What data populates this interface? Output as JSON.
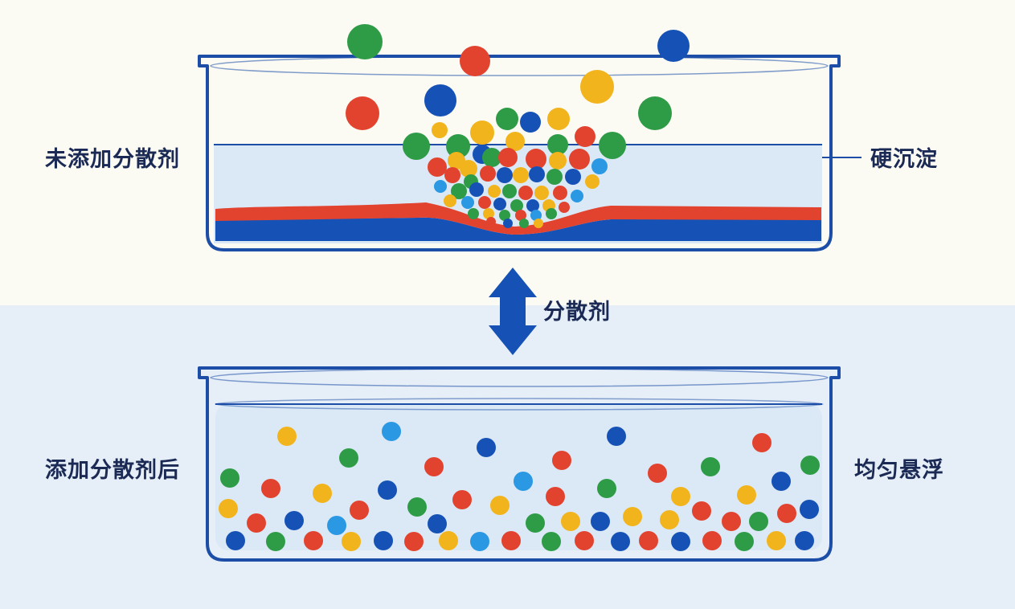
{
  "labels": {
    "before": "未添加分散剂",
    "hard_sediment": "硬沉淀",
    "dispersant": "分散剂",
    "after": "添加分散剂后",
    "uniform": "均匀悬浮"
  },
  "colors": {
    "red": "#e2432f",
    "green": "#2e9b46",
    "blue": "#1652b6",
    "yellow": "#f2b41c",
    "light_blue": "#2a98e2",
    "container_outline": "#1c4ea8",
    "liquid": "#dbe9f7",
    "sediment_red": "#e2432f",
    "sediment_blue": "#1652b6"
  }
}
